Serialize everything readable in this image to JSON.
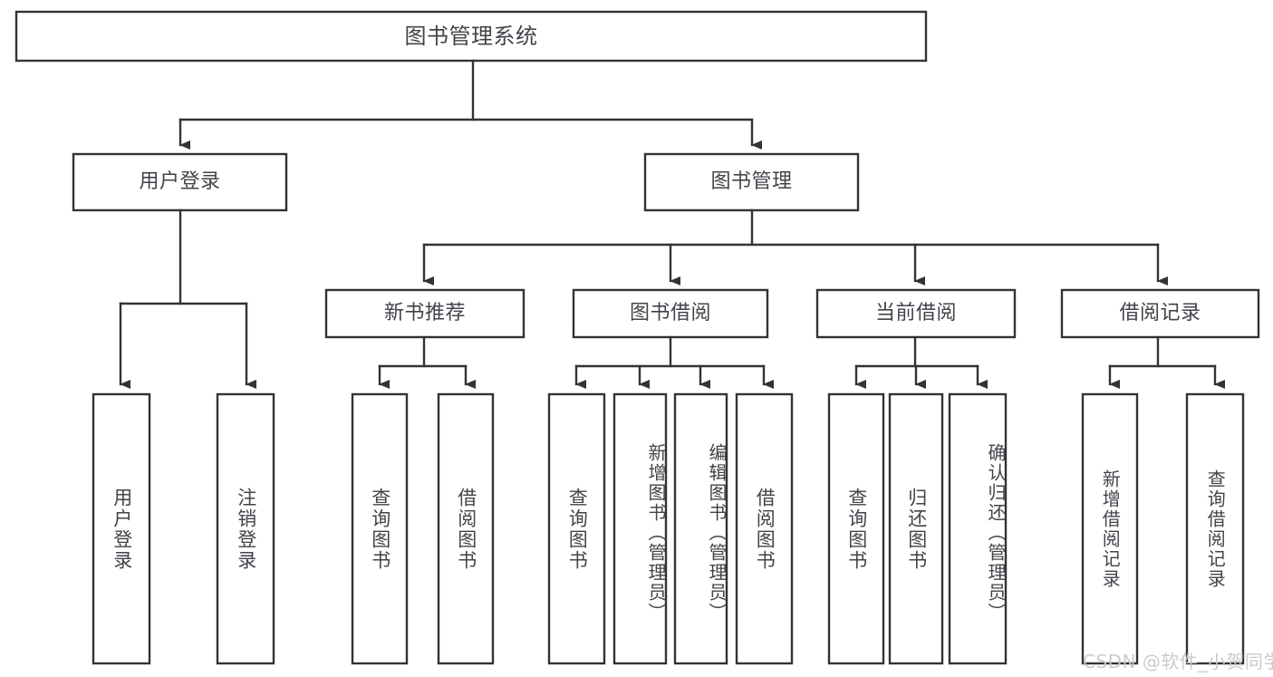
{
  "diagram": {
    "title": "图书管理系统",
    "type": "tree",
    "nodes": {
      "root": {
        "label": "图书管理系统"
      },
      "user_login": {
        "label": "用户登录"
      },
      "book_manage": {
        "label": "图书管理"
      },
      "new_book_rec": {
        "label": "新书推荐"
      },
      "book_borrow": {
        "label": "图书借阅"
      },
      "current_borrow": {
        "label": "当前借阅"
      },
      "borrow_record": {
        "label": "借阅记录"
      },
      "leaf_user_login": {
        "label": "用户登录"
      },
      "leaf_user_logout": {
        "label": "注销登录"
      },
      "leaf_query_book_1": {
        "label": "查询图书"
      },
      "leaf_borrow_book_1": {
        "label": "借阅图书"
      },
      "leaf_query_book_2": {
        "label": "查询图书"
      },
      "leaf_add_book_admin": {
        "label": "新增图书（管理员）"
      },
      "leaf_edit_book_admin": {
        "label": "编辑图书（管理员）"
      },
      "leaf_borrow_book_2": {
        "label": "借阅图书"
      },
      "leaf_query_book_3": {
        "label": "查询图书"
      },
      "leaf_return_book": {
        "label": "归还图书"
      },
      "leaf_confirm_return_admin": {
        "label": "确认归还（管理员）"
      },
      "leaf_add_borrow_record": {
        "label": "新增借阅记录"
      },
      "leaf_query_borrow_record": {
        "label": "查询借阅记录"
      }
    },
    "colors": {
      "stroke": "#333333",
      "box_fill": "#ffffff",
      "text": "#44424a",
      "watermark": "#c9c9c9",
      "background": "#ffffff"
    }
  },
  "watermark": {
    "text": "CSDN @软件_小贺同学"
  }
}
